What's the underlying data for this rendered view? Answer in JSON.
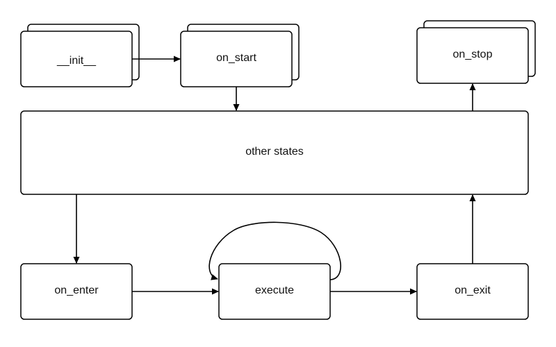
{
  "nodes": {
    "init": "__init__",
    "on_start": "on_start",
    "on_stop": "on_stop",
    "other_states": "other states",
    "on_enter": "on_enter",
    "execute": "execute",
    "on_exit": "on_exit"
  },
  "edges": [
    {
      "from": "__init__",
      "to": "on_start"
    },
    {
      "from": "on_start",
      "to": "other states"
    },
    {
      "from": "other states",
      "to": "on_stop"
    },
    {
      "from": "other states",
      "to": "on_enter"
    },
    {
      "from": "on_enter",
      "to": "execute"
    },
    {
      "from": "execute",
      "to": "execute"
    },
    {
      "from": "execute",
      "to": "on_exit"
    },
    {
      "from": "on_exit",
      "to": "other states"
    }
  ]
}
